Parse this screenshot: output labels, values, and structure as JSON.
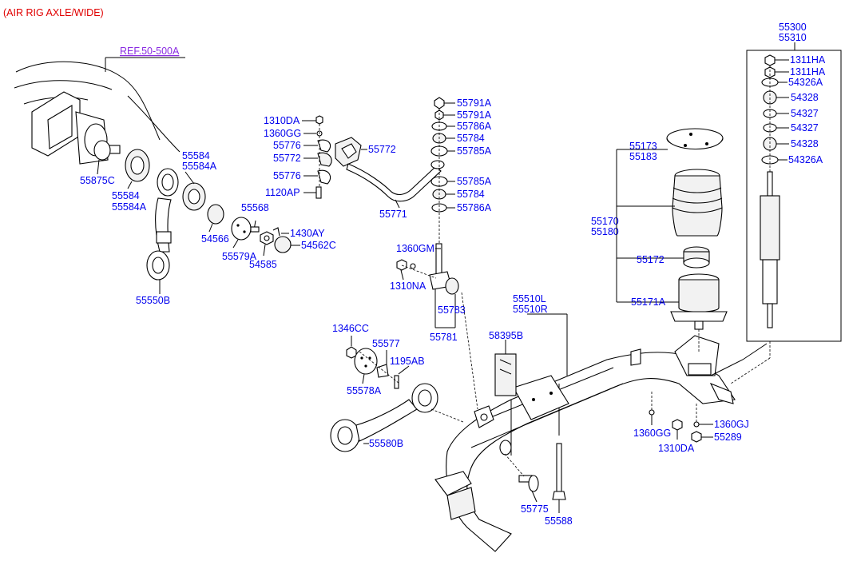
{
  "header": {
    "note": "(AIR RIG AXLE/WIDE)",
    "reference": "REF.50-500A"
  },
  "colors": {
    "label": "#0000ee",
    "header": "#e00000",
    "reference": "#8a2be2",
    "line": "#000000"
  },
  "callouts": {
    "p55875C": "55875C",
    "p55584_l": "55584",
    "p55584A_l": "55584A",
    "p55584_r": "55584",
    "p55584A_r": "55584A",
    "p55550B": "55550B",
    "p54566": "54566",
    "p55568": "55568",
    "p55579A": "55579A",
    "p1430AY": "1430AY",
    "p54562C": "54562C",
    "p54585": "54585",
    "p1310DA_top": "1310DA",
    "p1360GG_top": "1360GG",
    "p55776_a": "55776",
    "p55772_a": "55772",
    "p55776_b": "55776",
    "p1120AP": "1120AP",
    "p55772_b": "55772",
    "p55771": "55771",
    "p55791A_a": "55791A",
    "p55791A_b": "55791A",
    "p55786A_a": "55786A",
    "p55784_a": "55784",
    "p55785A_a": "55785A",
    "p55785A_b": "55785A",
    "p55784_b": "55784",
    "p55786A_b": "55786A",
    "p1360GM": "1360GM",
    "p1310NA": "1310NA",
    "p55783": "55783",
    "p55781": "55781",
    "p55510L": "55510L",
    "p55510R": "55510R",
    "p58395B": "58395B",
    "p1346CC": "1346CC",
    "p55577": "55577",
    "p1195AB": "1195AB",
    "p55578A": "55578A",
    "p55580B": "55580B",
    "p55173": "55173",
    "p55183": "55183",
    "p55170": "55170",
    "p55180": "55180",
    "p55172": "55172",
    "p55171A": "55171A",
    "p55300": "55300",
    "p55310": "55310",
    "p1311HA_a": "1311HA",
    "p1311HA_b": "1311HA",
    "p54326A_a": "54326A",
    "p54328_a": "54328",
    "p54327_a": "54327",
    "p54327_b": "54327",
    "p54328_b": "54328",
    "p54326A_b": "54326A",
    "p1360GG_bot": "1360GG",
    "p1310DA_bot": "1310DA",
    "p1360GJ": "1360GJ",
    "p55289": "55289",
    "p55775": "55775",
    "p55588": "55588"
  }
}
